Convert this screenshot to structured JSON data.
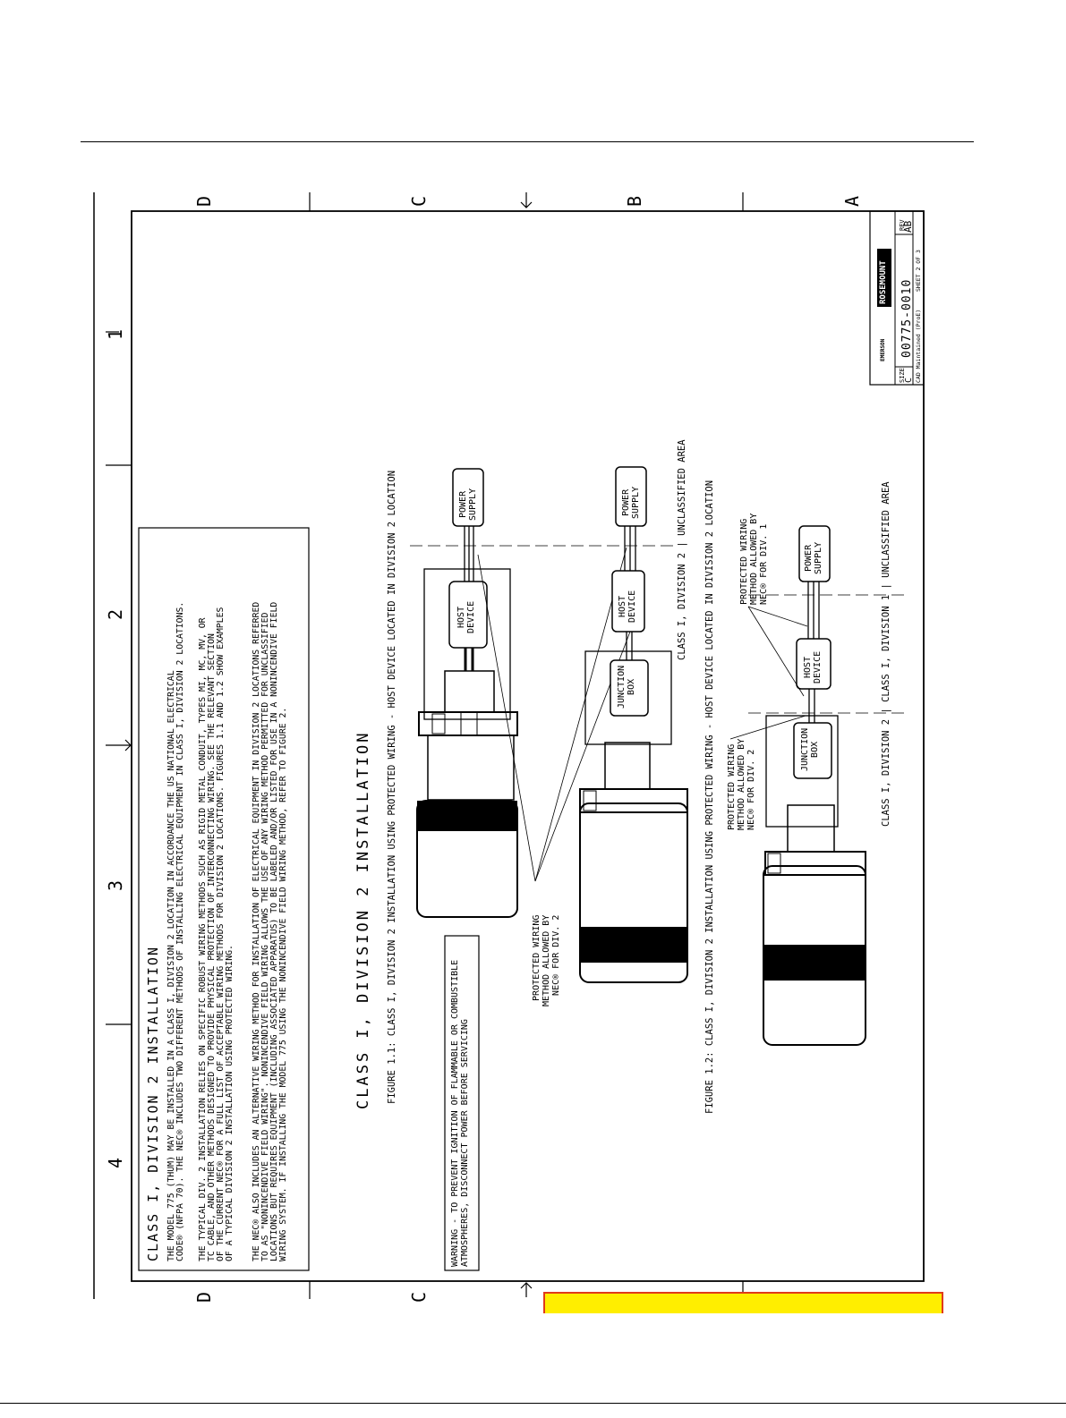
{
  "zones": {
    "row_letters": [
      "D",
      "C",
      "B",
      "A"
    ],
    "col_numbers": [
      "1",
      "2",
      "3",
      "4"
    ]
  },
  "title_block": {
    "size_label": "SIZE",
    "size": "C",
    "drawing_number": "00775-0010",
    "rev_label": "REV",
    "rev": "AB",
    "sheet_text": "SHEET 2 OF 3",
    "cad_text": "CAD Maintained (ProE)",
    "company": "EMERSON",
    "brand": "ROSEMOUNT"
  },
  "notes": {
    "heading": "CLASS I, DIVISION 2 INSTALLATION",
    "p1": [
      "THE MODEL 775 (THUM) MAY BE INSTALLED IN A CLASS I, DIVISION 2 LOCATION IN ACCORDANCE THE US NATIONAL ELECTRICAL",
      "CODE® (NFPA 70).   THE NEC® INCLUDES TWO DIFFERENT METHODS OF INSTALLING ELECTRICAL EQUIPMENT IN CLASS I, DIVISION 2 LOCATIONS."
    ],
    "p2": [
      "THE TYPICAL DIV. 2 INSTALLATION RELIES ON SPECIFIC ROBUST WIRING METHODS SUCH AS RIGID METAL CONDUIT, TYPES MI, MC, MV, OR",
      "TC CABLE, AND OTHER METHODS DESIGNED TO PROVIDE PHYSICAL PROTECTION OF INTERCONNECTING WIRING.   SEE THE RELEVANT SECTION",
      "OF THE CURRENT NEC® FOR A FULL LIST OF ACCEPTABLE WIRING METHODS FOR DIVISION 2 LOCATIONS. FIGURES 1.1 AND 1.2 SHOW EXAMPLES",
      "OF A TYPICAL DIVISION 2 INSTALLATION USING PROTECTED WIRING."
    ],
    "p3": [
      "THE NEC® ALSO INCLUDES AN ALTERNATIVE WIRING METHOD FOR INSTALLATION OF ELECTRICAL EQUIPMENT IN DIVISION 2 LOCATIONS REFERRED",
      "TO AS \"NONINCENDIVE FIELD WIRING\".   NONINCENDIVE FIELD WIRING ALLOWS THE USE OF ANY WIRING METHOD PERMITTED FOR UNCLASSIFIED",
      "LOCATIONS BUT REQUIRES EQUIPMENT (INCLUDING ASSOCIATED APPARATUS) TO BE LABELED AND/OR LISTED FOR USE IN A NONINCENDIVE FIELD",
      "WIRING SYSTEM.   IF INSTALLING THE MODEL 775 USING THE NONINCENDIVE FIELD WIRING METHOD, REFER TO FIGURE 2."
    ]
  },
  "warning": [
    "WARNING - TO PREVENT IGNITION OF FLAMMABLE OR COMBUSTIBLE",
    "ATMOSPHERES, DISCONNECT POWER BEFORE SERVICING"
  ],
  "section_title": "CLASS I, DIVISION 2 INSTALLATION",
  "figure_1_1": {
    "caption": "FIGURE 1.1: CLASS I, DIVISION 2 INSTALLATION USING PROTECTED WIRING - HOST DEVICE LOCATED IN DIVISION 2 LOCATION",
    "host_device": [
      "HOST",
      "DEVICE"
    ],
    "power_supply": [
      "POWER",
      "SUPPLY"
    ],
    "protected_wiring": [
      "PROTECTED WIRING",
      "METHOD ALLOWED BY",
      "NEC® FOR DIV. 2"
    ]
  },
  "figure_mid": {
    "junction_box": [
      "JUNCTION",
      "BOX"
    ],
    "host_device": [
      "HOST",
      "DEVICE"
    ],
    "power_supply": [
      "POWER",
      "SUPPLY"
    ],
    "area_label": "CLASS I, DIVISION 2 | UNCLASSIFIED AREA"
  },
  "figure_1_2": {
    "caption": "FIGURE 1.2: CLASS I, DIVISION 2 INSTALLATION USING PROTECTED WIRING - HOST DEVICE LOCATED IN DIVISION 2 LOCATION",
    "junction_box": [
      "JUNCTION",
      "BOX"
    ],
    "host_device": [
      "HOST",
      "DEVICE"
    ],
    "power_supply": [
      "POWER",
      "SUPPLY"
    ],
    "protected_div1": [
      "PROTECTED WIRING",
      "METHOD ALLOWED BY",
      "NEC® FOR DIV. 1"
    ],
    "protected_div2": [
      "PROTECTED WIRING",
      "METHOD ALLOWED BY",
      "NEC® FOR DIV. 2"
    ],
    "area_label": "CLASS I, DIVISION 2 | CLASS I, DIVISION 1 | UNCLASSIFIED AREA"
  }
}
